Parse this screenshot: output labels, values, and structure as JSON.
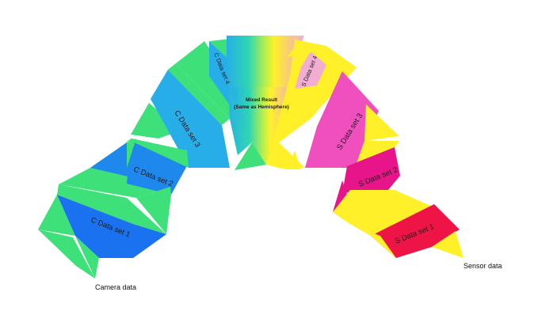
{
  "colors": {
    "green": "#3ee07a",
    "blue": "#1e88ec",
    "bright_blue": "#1a72f0",
    "cyan": "#27aee8",
    "yellow": "#fff02a",
    "pink": "#f04fbe",
    "light_pink": "#f2aed2",
    "magenta": "#e8148a",
    "red": "#ee1446"
  },
  "camera_side": {
    "set1": "C Data set 1",
    "set2": "C Data set 2",
    "set3": "C Data set 3",
    "set4": "C Data set 4",
    "caption": "Camera data"
  },
  "sensor_side": {
    "set1": "S Data set 1",
    "set2": "S Data set 2",
    "set3": "S Data set 3",
    "set4": "S Data set 4",
    "caption": "Sensor data"
  },
  "center": {
    "line1": "Mixed Result",
    "line2": "(Same as Hemisphere)"
  }
}
